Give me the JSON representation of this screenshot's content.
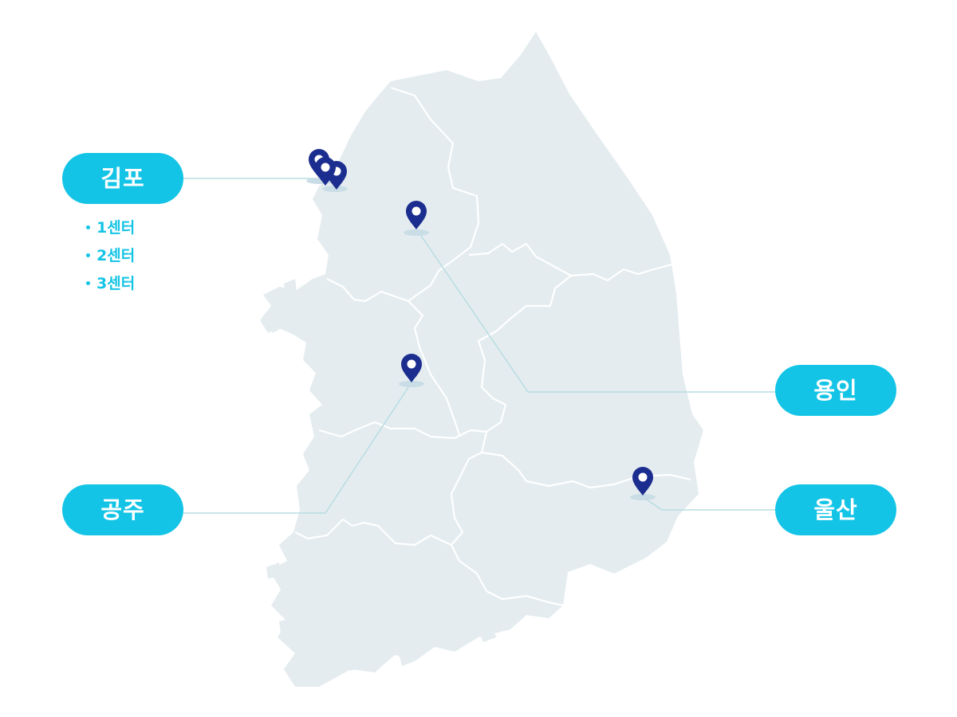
{
  "colors": {
    "land": "#e4ecef",
    "border": "#ffffff",
    "accent": "#14c4e6",
    "marker": "#1b2e8f",
    "marker_shadow": "#c9dde6",
    "leader": "#b8dde2"
  },
  "locations": {
    "gimpo": {
      "label": "김포",
      "icon": "map-pin-icon",
      "centers": [
        "1센터",
        "2센터",
        "3센터"
      ]
    },
    "yongin": {
      "label": "용인",
      "icon": "map-pin-icon"
    },
    "gongju": {
      "label": "공주",
      "icon": "map-pin-icon"
    },
    "ulsan": {
      "label": "울산",
      "icon": "map-pin-icon"
    }
  }
}
